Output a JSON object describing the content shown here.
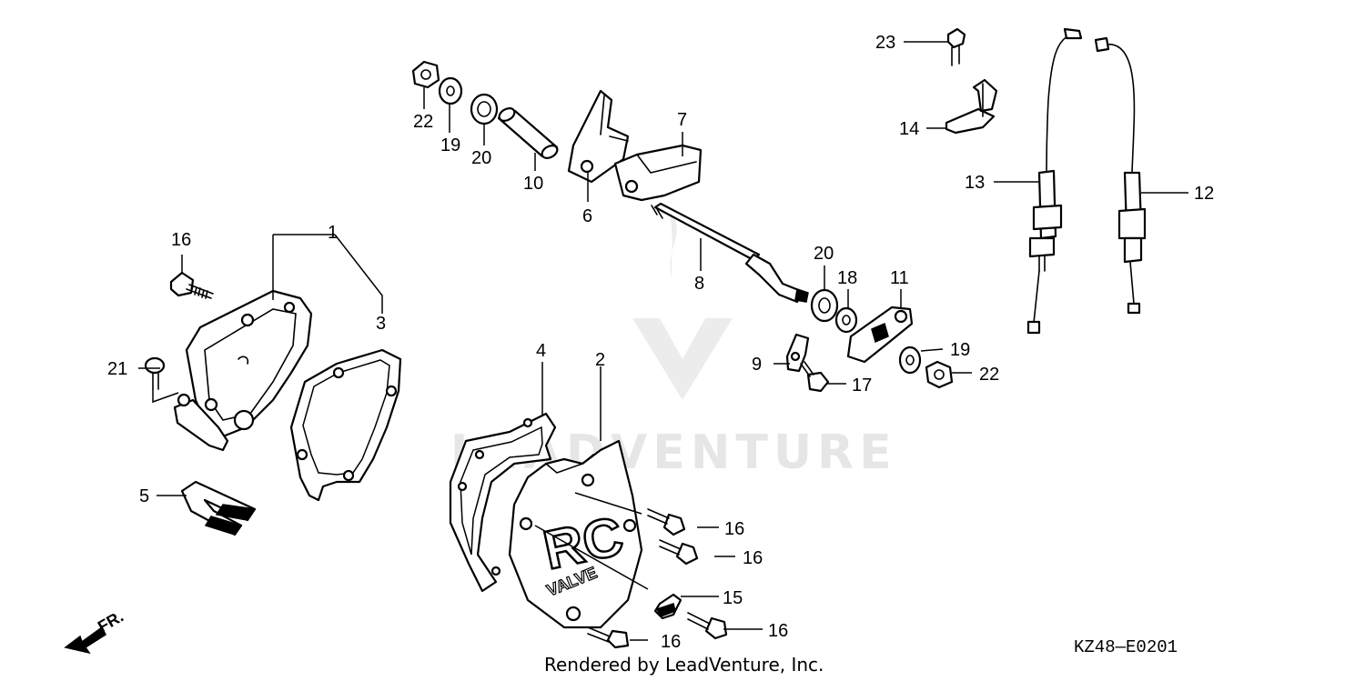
{
  "diagram": {
    "watermark": "LEADVENTURE",
    "credit": "Rendered by LeadVenture, Inc.",
    "drawing_code": "KZ48—E0201",
    "direction_label": "FR.",
    "cover_logo_top": "RC",
    "cover_logo_bottom": "VALVE"
  },
  "callouts": [
    "1",
    "2",
    "3",
    "4",
    "5",
    "6",
    "7",
    "8",
    "9",
    "10",
    "11",
    "12",
    "13",
    "14",
    "15",
    "16",
    "16",
    "16",
    "16",
    "16",
    "16",
    "17",
    "18",
    "19",
    "19",
    "20",
    "20",
    "21",
    "22",
    "22",
    "23"
  ]
}
